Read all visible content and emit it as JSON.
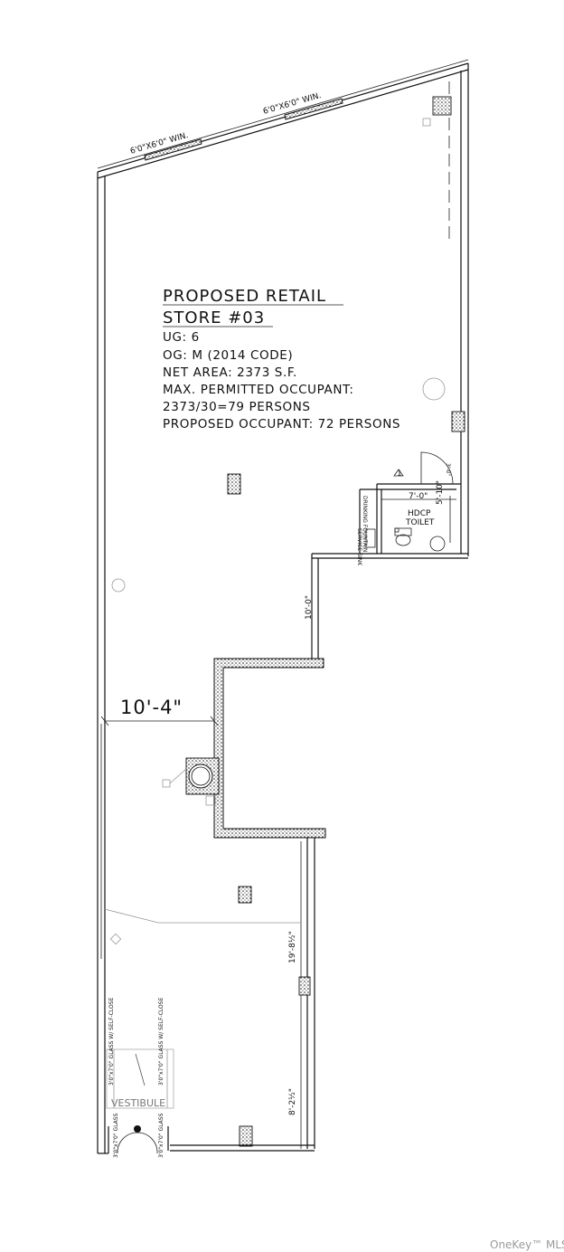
{
  "plan": {
    "title_line1": "PROPOSED RETAIL",
    "title_line2": "STORE #03",
    "info": [
      "UG:  6",
      "OG:  M (2014 CODE)",
      "NET AREA: 2373 S.F.",
      "MAX. PERMITTED OCCUPANT:",
      "2373/30=79 PERSONS",
      "PROPOSED OCCUPANT: 72 PERSONS"
    ],
    "windows": [
      "6'0\"X6'0\" WIN.",
      "6'0\"X6'0\" WIN."
    ],
    "dimensions": {
      "width_upper": "7'-0\"",
      "depth_toilet": "5'-10\"",
      "offset": "10'-0\"",
      "width_main": "10'-4\"",
      "length_front": "19'-8½\"",
      "length_vestibule": "8'-2½\""
    },
    "toilet_label_1": "HDCP",
    "toilet_label_2": "TOILET",
    "fountain_label": "DRINKING FOUNTAIN",
    "service_sink_label": "SERVICE SINK",
    "door_tag": "1",
    "door_note": "3'-0\"",
    "vestibule_label": "VESTIBULE",
    "glass_labels": [
      "3'0\"x7'0\" GLASS",
      "3'0\"x7'0\" GLASS"
    ],
    "vest_notes": [
      "3'0\"x7'0\" GLASS W/ SELF-CLOSE",
      "3'0\"x7'0\" GLASS W/ SELF-CLOSE"
    ]
  },
  "watermark": "OneKey™ MLS"
}
